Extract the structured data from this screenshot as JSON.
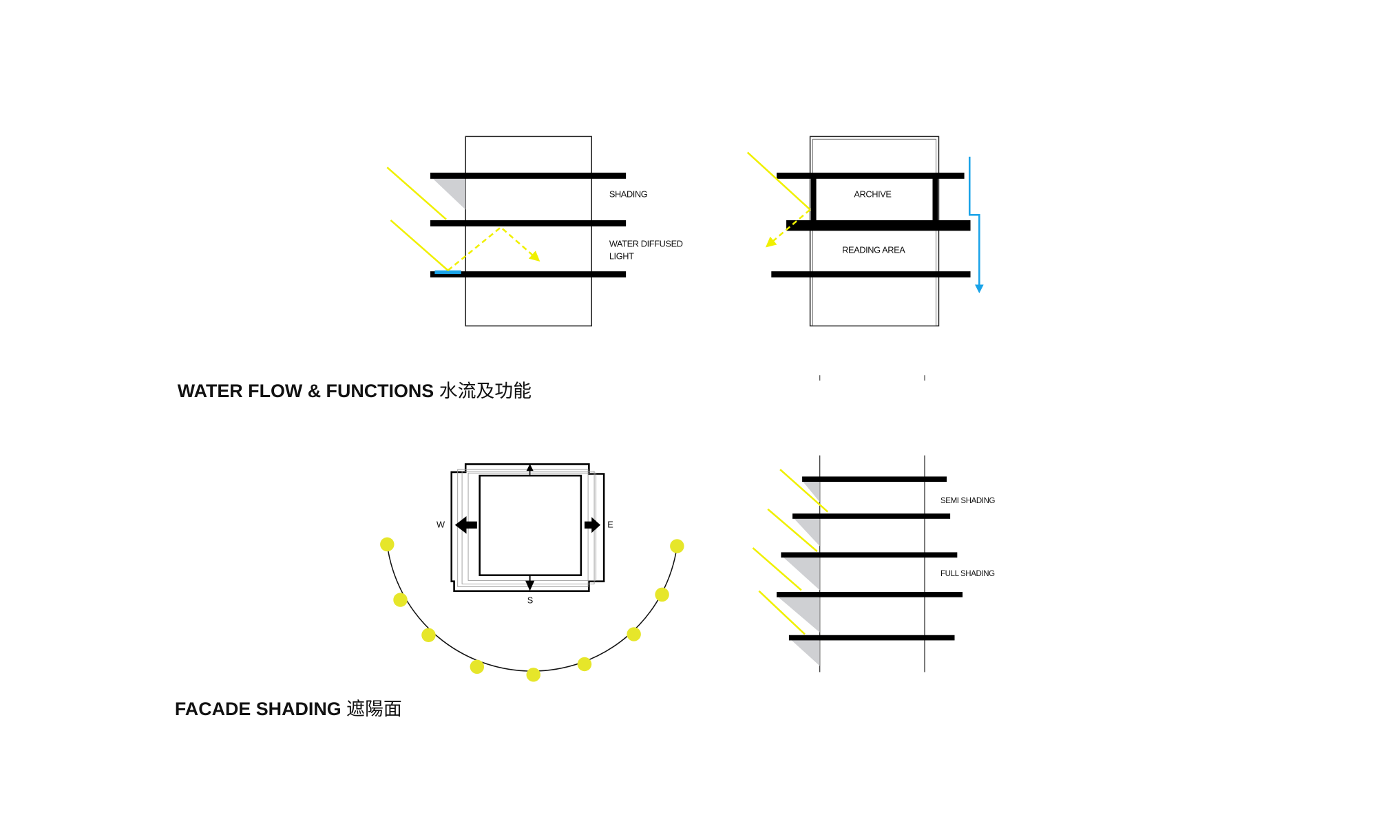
{
  "sections": {
    "water_flow": {
      "title": "WATER FLOW & FUNCTIONS",
      "title_cjk": "水流及功能",
      "labels": {
        "shading": "SHADING",
        "water_diffused_1": "WATER DIFFUSED",
        "water_diffused_2": "LIGHT",
        "archive": "ARCHIVE",
        "reading_area": "READING AREA"
      }
    },
    "facade_shading": {
      "title": "FACADE SHADING",
      "title_cjk": "遮陽面",
      "compass": {
        "west": "W",
        "east": "E",
        "south": "S"
      },
      "labels": {
        "semi_shading": "SEMI SHADING",
        "full_shading": "FULL SHADING"
      }
    }
  },
  "colors": {
    "sun": "#f0f000",
    "water": "#1aa3e8",
    "shadow": "#cfd0d3",
    "sun_dot": "#e6e62a",
    "ink": "#000000"
  }
}
